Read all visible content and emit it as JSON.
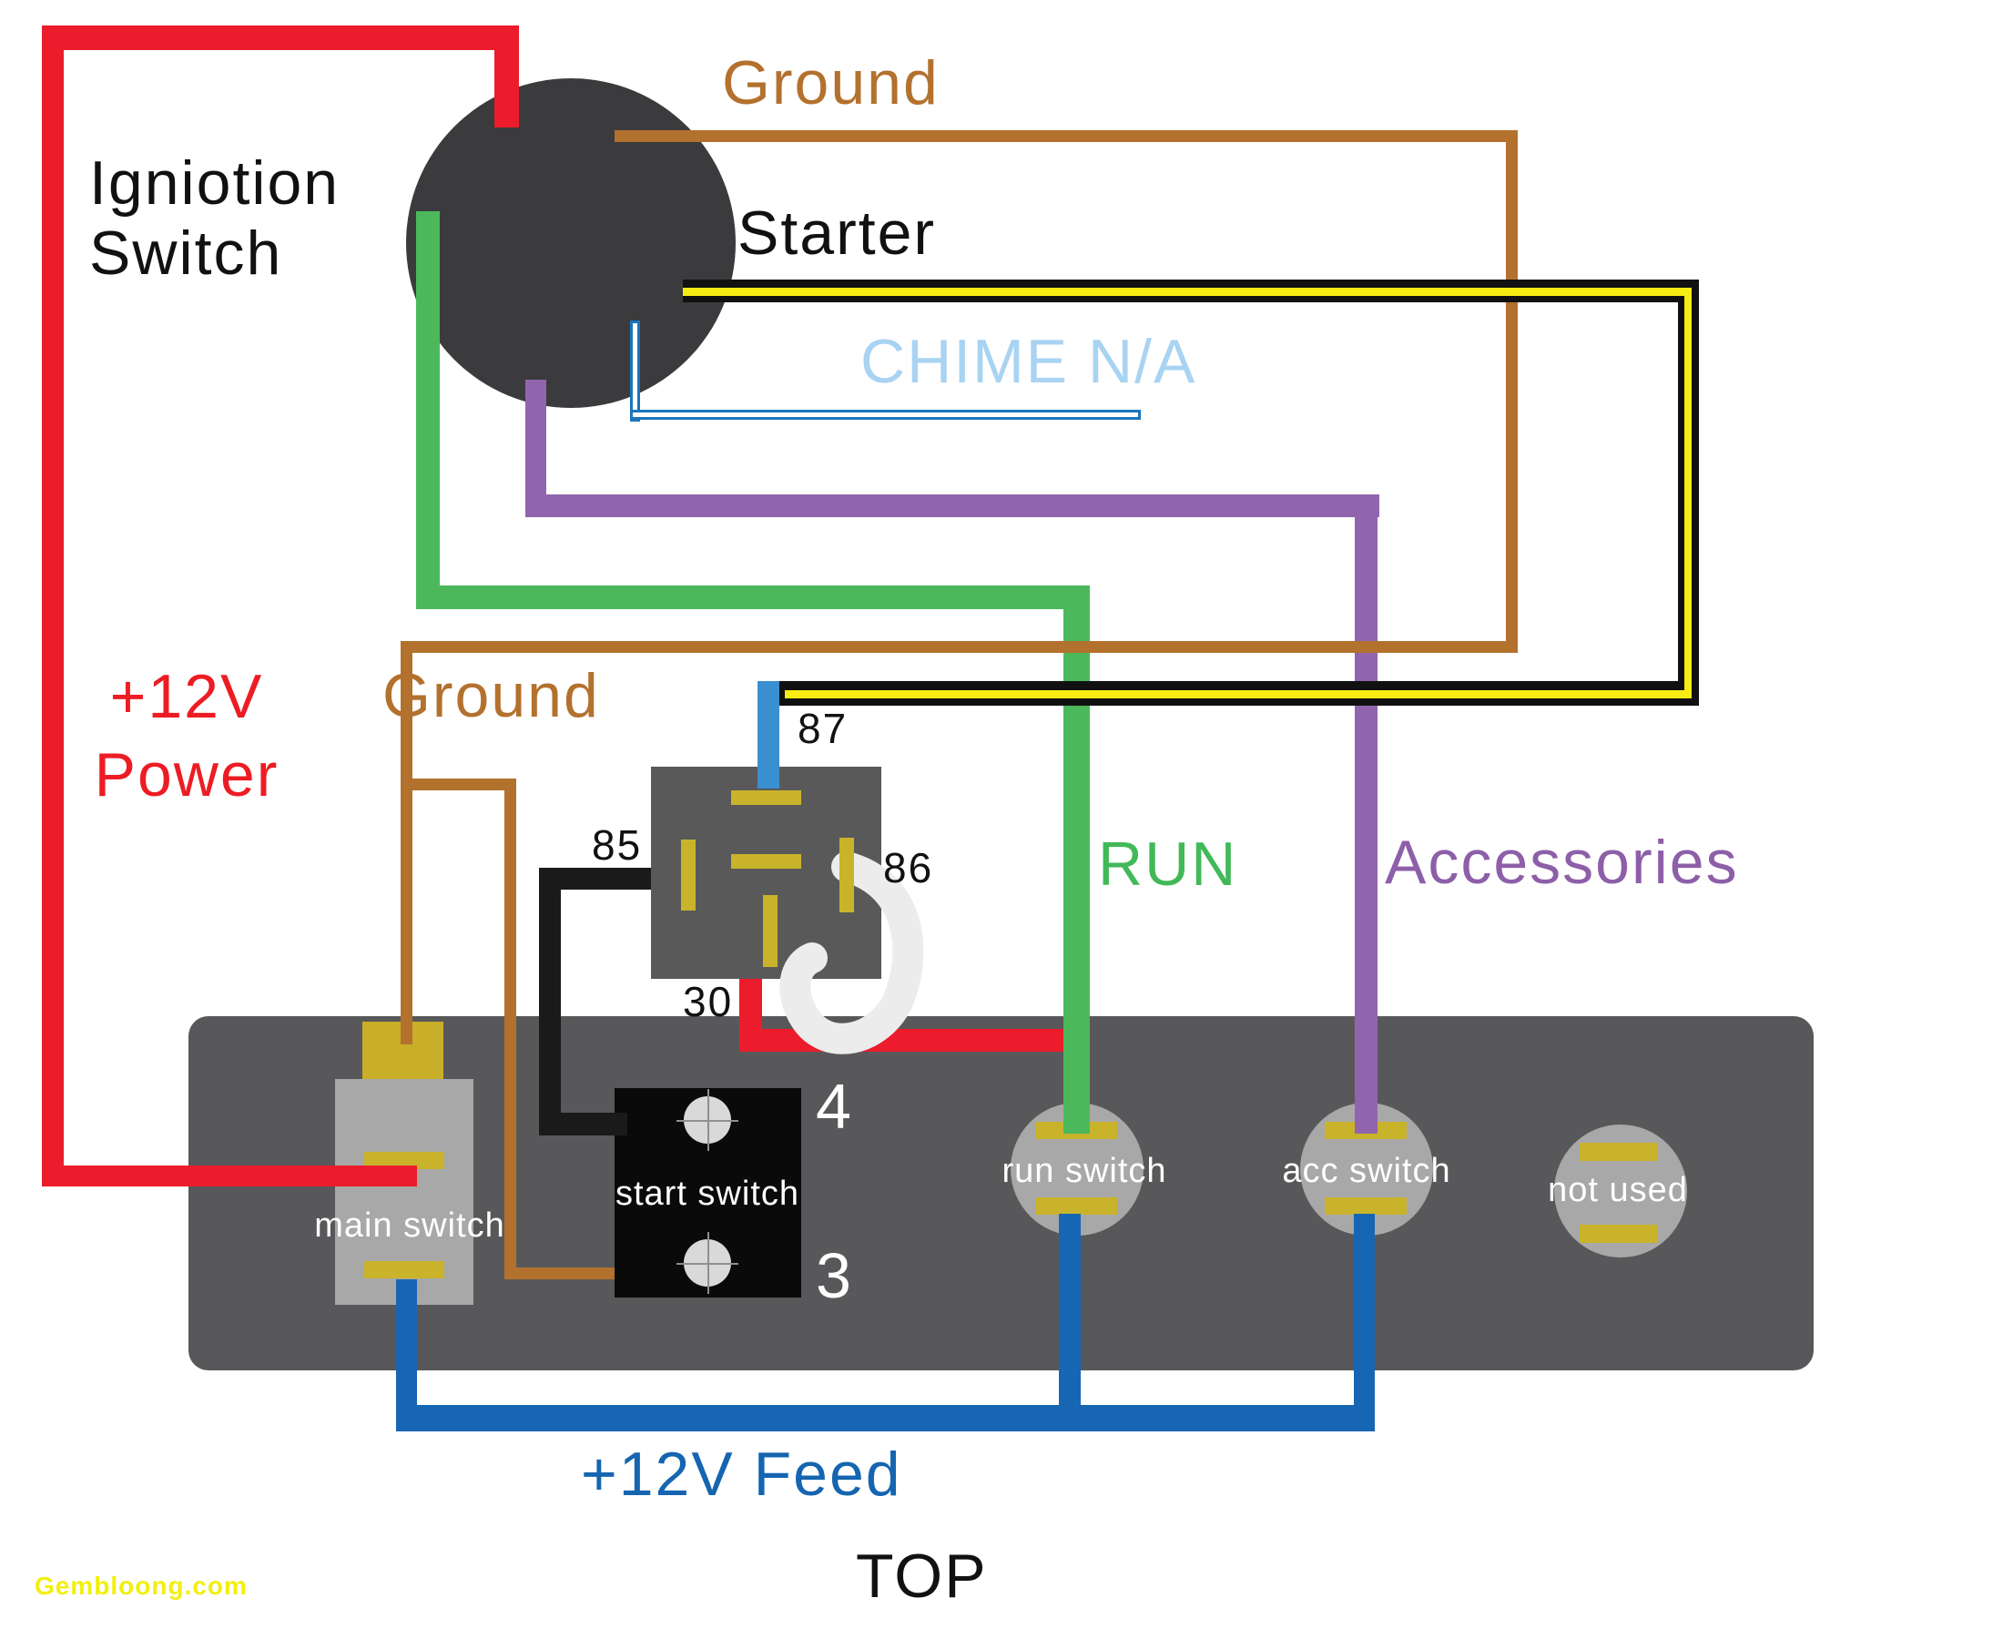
{
  "diagram_title": "Ignition switch wiring diagram",
  "labels": {
    "ignition_line1": "Igniotion",
    "ignition_line2": "Switch",
    "ground_top": "Ground",
    "starter": "Starter",
    "chime": "CHIME N/A",
    "power_line1": "+12V",
    "power_line2": "Power",
    "ground_lower": "Ground",
    "run": "RUN",
    "accessories": "Accessories",
    "pin_87": "87",
    "pin_85": "85",
    "pin_86": "86",
    "pin_30": "30",
    "terminal_4": "4",
    "terminal_3": "3",
    "main_switch": "main switch",
    "start_switch": "start switch",
    "run_switch": "run switch",
    "acc_switch": "acc switch",
    "not_used": "not used",
    "feed": "+12V Feed",
    "top": "TOP",
    "watermark": "Gembloong.com"
  },
  "colors": {
    "wire_red": "#ec1c2c",
    "wire_brown": "#b3712e",
    "wire_green": "#4cb85c",
    "wire_purple": "#9165ad",
    "wire_blue_feed": "#1766b4",
    "wire_blue_pin87": "#3a8fd1",
    "wire_chime_outline": "#1b75bc",
    "starter_black": "#111111",
    "starter_yellow": "#f7ec13",
    "ignition_circle": "#3b3b3d",
    "panel_gray": "#58585a",
    "relay_gray": "#595959",
    "switch_light_gray": "#a8a8a8",
    "terminal_yellow": "#c9b32b",
    "screw_gray": "#d9d9d9",
    "loop_gray": "#ececec",
    "text_chime": "#a9d3f2",
    "text_feed_blue": "#1565b0",
    "text_green": "#41b958",
    "text_purple": "#8d5fa8",
    "text_red": "#ed1c24",
    "watermark_yellow": "#f2ef0e"
  },
  "components": {
    "ignition_switch": "round ignition switch body",
    "relay": "5-pin relay (87, 85, 86, 30)",
    "panel": "switch mounting panel (TOP view)",
    "switches": [
      "main switch",
      "start switch",
      "run switch",
      "acc switch",
      "not used"
    ]
  }
}
